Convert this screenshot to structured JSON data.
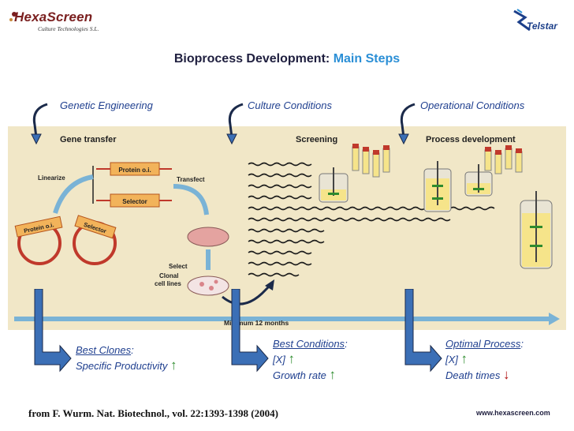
{
  "logos": {
    "hexascreen_name": "HexaScreen",
    "hexascreen_tagline": "Culture Technologies S.L.",
    "telstar_name": "Telstar"
  },
  "title": {
    "main": "Bioprocess Development:",
    "accent": "Main Steps"
  },
  "stages": [
    {
      "label": "Genetic Engineering"
    },
    {
      "label": "Culture Conditions"
    },
    {
      "label": "Operational Conditions"
    }
  ],
  "figure": {
    "gene_transfer": "Gene transfer",
    "screening": "Screening",
    "process_development": "Process development",
    "linearize": "Linearize",
    "protein_oi": "Protein o.i.",
    "selector": "Selector",
    "transfect": "Transfect",
    "select": "Select",
    "clonal_cell_lines_1": "Clonal",
    "clonal_cell_lines_2": "cell lines",
    "plasmid_protein": "Protein o.i.",
    "plasmid_selector": "Selector",
    "timeline": "Minimum 12 months"
  },
  "results": {
    "clones_title": "Best Clones",
    "clones_line2": "Specific Productivity",
    "conditions_title": "Best Conditions",
    "conditions_line2": "[X]",
    "conditions_line3": "Growth rate",
    "process_title": "Optimal Process",
    "process_line2": "[X]",
    "process_line3": "Death times"
  },
  "footer": {
    "citation": "from F. Wurm. Nat. Biotechnol., vol. 22:1393-1398 (2004)",
    "website": "www.hexascreen.com"
  },
  "colors": {
    "accent": "#2b8fd6",
    "label_blue": "#1f3f8f",
    "arrow_blue": "#3b6fb6",
    "panel_bg": "#f1e7c7",
    "up_green": "#2e8b2e",
    "down_red": "#b01010"
  }
}
